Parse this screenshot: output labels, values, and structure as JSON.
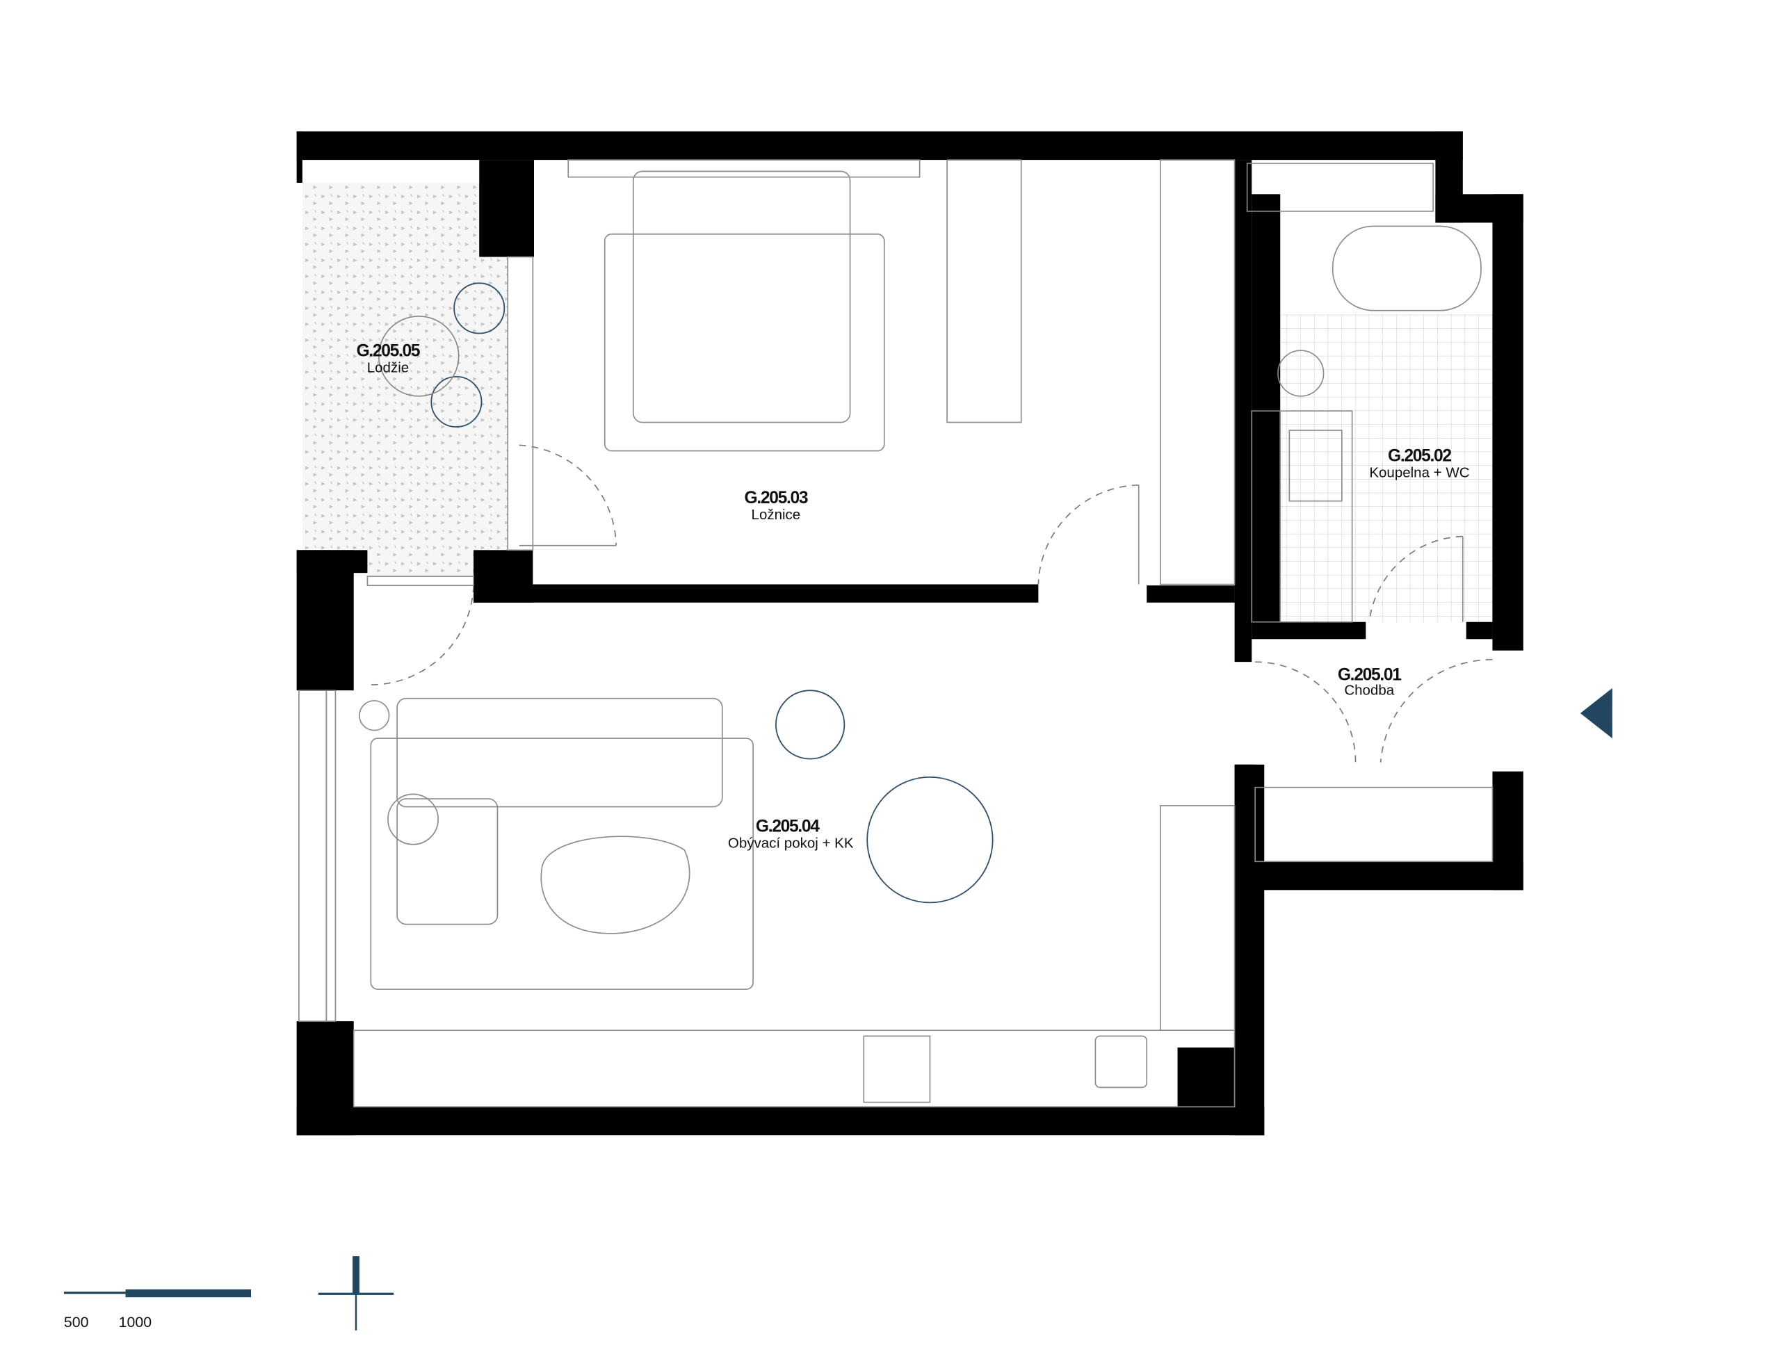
{
  "plan": {
    "rooms": [
      {
        "code": "G.205.01",
        "name": "Chodba"
      },
      {
        "code": "G.205.02",
        "name": "Koupelna + WC"
      },
      {
        "code": "G.205.03",
        "name": "Ložnice"
      },
      {
        "code": "G.205.04",
        "name": "Obývací pokoj + KK"
      },
      {
        "code": "G.205.05",
        "name": "Lodžie"
      }
    ],
    "entrance_marker": "entrance-arrow",
    "north_symbol": "north-cross"
  },
  "scale_bar": {
    "labels": [
      "500",
      "1000"
    ]
  },
  "colors": {
    "wall": "#000000",
    "accent": "#22465f",
    "texture": "#f3f3f3",
    "line": "#8a8a8a"
  }
}
